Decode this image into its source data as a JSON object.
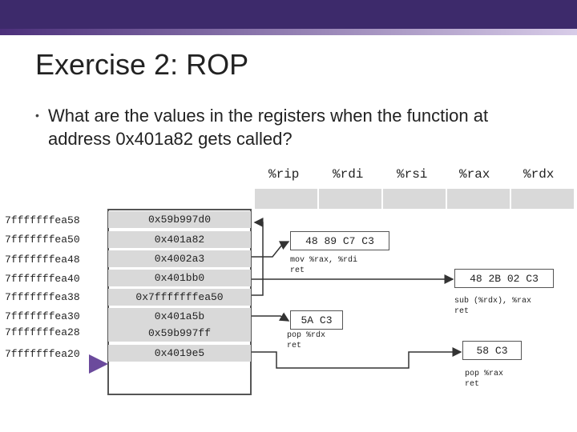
{
  "title": "Exercise 2: ROP",
  "question": "What are the values in the registers when the function at address 0x401a82 gets called?",
  "registers": [
    "%rip",
    "%rdi",
    "%rsi",
    "%rax",
    "%rdx"
  ],
  "stack": [
    {
      "addr": "7fffffffea58",
      "value": "0x59b997d0"
    },
    {
      "addr": "7fffffffea50",
      "value": "0x401a82"
    },
    {
      "addr": "7fffffffea48",
      "value": "0x4002a3"
    },
    {
      "addr": "7fffffffea40",
      "value": "0x401bb0"
    },
    {
      "addr": "7fffffffea38",
      "value": "0x7fffffffea50"
    },
    {
      "addr": "7fffffffea30",
      "value": "0x401a5b"
    },
    {
      "addr": "7fffffffea28",
      "value": "0x59b997ff"
    },
    {
      "addr": "7fffffffea20",
      "value": "0x4019e5"
    }
  ],
  "gadgets": [
    {
      "bytes": "48 89 C7 C3",
      "asm": "mov %rax, %rdi\nret"
    },
    {
      "bytes": "48 2B 02 C3",
      "asm": "sub (%rdx), %rax\nret"
    },
    {
      "bytes": "5A C3",
      "asm": "pop %rdx\nret"
    },
    {
      "bytes": "58 C3",
      "asm": "pop %rax\nret"
    }
  ],
  "colors": {
    "header": "#3d2a6b",
    "stack_pointer_arrow": "#6b4a9c",
    "register_box": "#d9d9d9",
    "stack_cell": "#d9d9d9"
  }
}
